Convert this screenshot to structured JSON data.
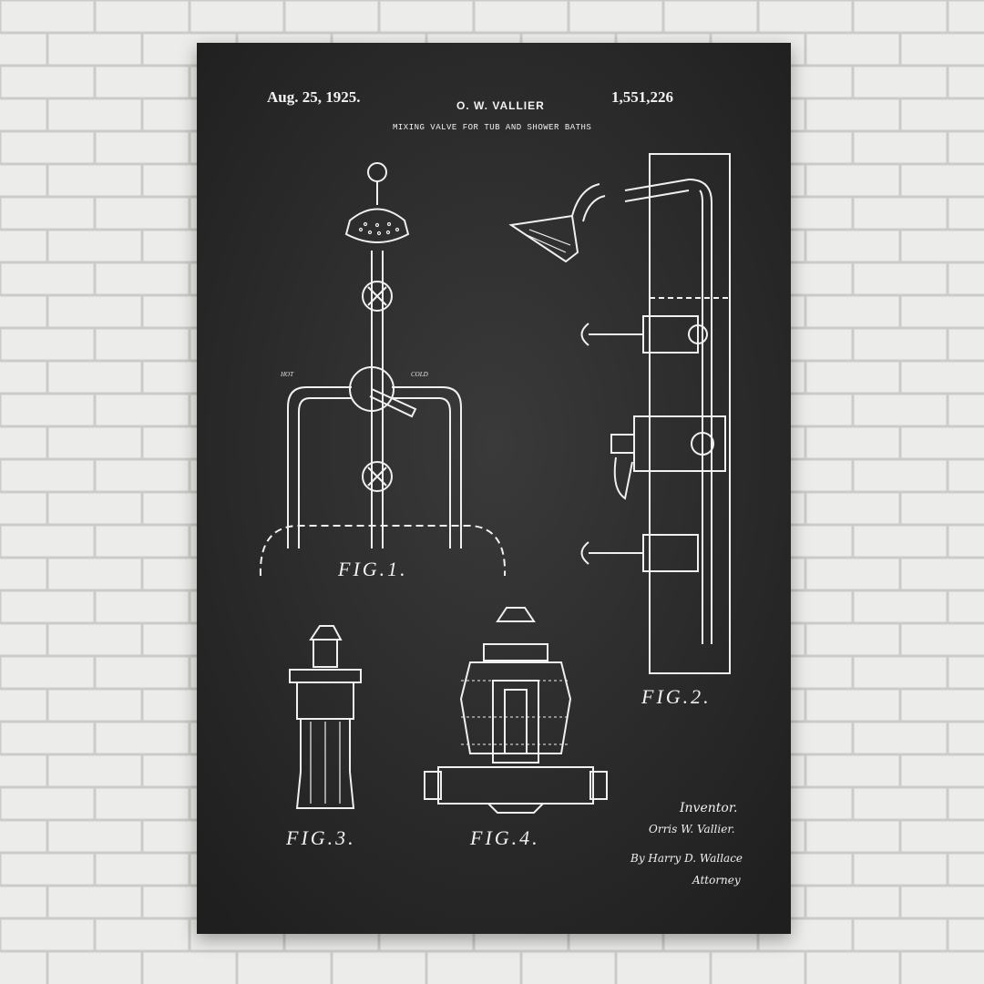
{
  "patent": {
    "date": "Aug. 25, 1925.",
    "inventor_header": "O. W. VALLIER",
    "number": "1,551,226",
    "title": "MIXING VALVE FOR TUB AND SHOWER BATHS"
  },
  "figures": {
    "fig1": "FIG.1.",
    "fig2": "FIG.2.",
    "fig3": "FIG.3.",
    "fig4": "FIG.4."
  },
  "labels": {
    "hot": "HOT",
    "cold": "COLD"
  },
  "signature": {
    "inventor_label": "Inventor.",
    "inventor_sig": "Orris W. Vallier.",
    "by_line": "By Harry D. Wallace",
    "attorney": "Attorney"
  },
  "colors": {
    "brick_wall": "#e9e9e6",
    "mortar": "#cfcfcb",
    "chalkboard": "#2b2b2b",
    "chalk_line": "#f2f2f2"
  }
}
